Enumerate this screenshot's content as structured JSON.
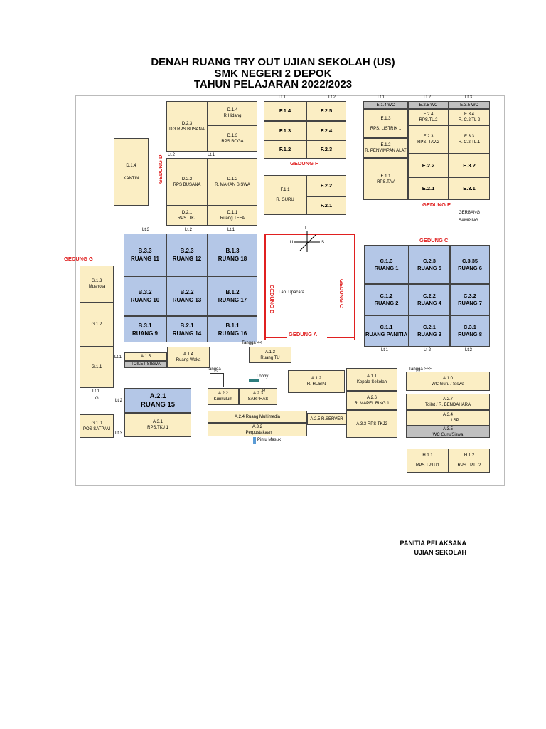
{
  "title": {
    "line1": "DENAH RUANG TRY OUT UJIAN SEKOLAH (US)",
    "line2": "SMK NEGERI 2 DEPOK",
    "line3": "TAHUN PELAJARAN 2022/2023"
  },
  "gedung_labels": {
    "d": "GEDUNG D",
    "f": "GEDUNG F",
    "e": "GEDUNG E",
    "c": "GEDUNG C",
    "g": "GEDUNG G",
    "b": "GEDUNG B",
    "a": "GEDUNG A",
    "c_vertical": "GEDUNG C"
  },
  "floor_labels": {
    "f_lt1": "Lt 1",
    "f_lt2": "Lt 2",
    "e_lt1": "Lt.1",
    "e_lt2": "Lt.2",
    "e_lt3": "Lt.3",
    "d_lt2": "Lt.2",
    "d_lt1": "Lt.1",
    "b_lt3": "Lt.3",
    "b_lt2": "Lt.2",
    "b_lt1": "Lt.1",
    "c_lt1": "Lt 1",
    "c_lt2": "Lt 2",
    "c_lt3": "Lt.3",
    "a_lt1": "Lt.1",
    "a_lt1_left": "Lt 1",
    "g": "G",
    "lt2": "Lt 2",
    "lt3": "Lt 3"
  },
  "misc": {
    "gerbang": "GERBANG",
    "samping": "SAMPING",
    "lap_upacara": "Lap. Upacara",
    "tangga_top": "Tangga <<",
    "tangga_left": "Tangga",
    "tangga_right": "Tangga >>>",
    "lobby": "Lobby",
    "pintu_masuk": "Pintu Masuk",
    "compass_t": "T",
    "compass_u": "U",
    "compass_s": "S"
  },
  "rooms": {
    "d14": {
      "code": "D.1.4",
      "name": "R.Hidang"
    },
    "d23": {
      "code": "D.2.3",
      "name": "D.3 RPS BUSANA"
    },
    "d13": {
      "code": "D.1.3",
      "name": "RPS BOGA"
    },
    "d14k": {
      "code": "D.1.4",
      "name": "KANTIN"
    },
    "d22": {
      "code": "D.2.2",
      "name": "RPS BUSANA"
    },
    "d12": {
      "code": "D.1.2",
      "name": "R. MAKAN SISWA"
    },
    "d21": {
      "code": "D.2.1",
      "name": "RPS. TKJ"
    },
    "d11": {
      "code": "D.1.1",
      "name": "Ruang TEFA"
    },
    "f14": {
      "code": "F.1.4",
      "name": ""
    },
    "f25": {
      "code": "F.2.5",
      "name": ""
    },
    "f13": {
      "code": "F.1.3",
      "name": ""
    },
    "f24": {
      "code": "F.2.4",
      "name": ""
    },
    "f12": {
      "code": "F.1.2",
      "name": ""
    },
    "f23": {
      "code": "F.2.3",
      "name": ""
    },
    "f11": {
      "code": "F.1.1",
      "name": "R. GURU"
    },
    "f22": {
      "code": "F.2.2",
      "name": ""
    },
    "f21": {
      "code": "F.2.1",
      "name": ""
    },
    "e14": {
      "code": "E.1.4 WC",
      "name": ""
    },
    "e25": {
      "code": "E.2.5 WC",
      "name": ""
    },
    "e35": {
      "code": "E.3.5 WC",
      "name": ""
    },
    "e13": {
      "code": "E.1.3",
      "name": "RPS. LISTRIK 1"
    },
    "e24": {
      "code": "E.2.4",
      "name": "RPS.TL.2"
    },
    "e34": {
      "code": "E.3.4",
      "name": "R. C.2 TL 2"
    },
    "e12": {
      "code": "E.1.2",
      "name": "R. PENYIMPAN ALAT"
    },
    "e23": {
      "code": "E.2.3",
      "name": "RPS. TAV.2"
    },
    "e33": {
      "code": "E.3.3",
      "name": "R. C.2 TL.1"
    },
    "e11": {
      "code": "E.1.1",
      "name": "RPS.TAV"
    },
    "e22": {
      "code": "E.2.2",
      "name": ""
    },
    "e32": {
      "code": "E.3.2",
      "name": ""
    },
    "e21": {
      "code": "E.2.1",
      "name": ""
    },
    "e31": {
      "code": "E.3.1",
      "name": ""
    },
    "b33": {
      "code": "B.3.3",
      "name": "RUANG 11"
    },
    "b23": {
      "code": "B.2.3",
      "name": "RUANG 12"
    },
    "b13": {
      "code": "B.1.3",
      "name": "RUANG 18"
    },
    "b32": {
      "code": "B.3.2",
      "name": "RUANG 10"
    },
    "b22": {
      "code": "B.2.2",
      "name": "RUANG 13"
    },
    "b12": {
      "code": "B.1.2",
      "name": "RUANG 17"
    },
    "b31": {
      "code": "B.3.1",
      "name": "RUANG 9"
    },
    "b21": {
      "code": "B.2.1",
      "name": "RUANG 14"
    },
    "b11": {
      "code": "B.1.1",
      "name": "RUANG 16"
    },
    "c13": {
      "code": "C.1.3",
      "name": "RUANG 1"
    },
    "c23": {
      "code": "C.2.3",
      "name": "RUANG 5"
    },
    "c335": {
      "code": "C.3.35",
      "name": "RUANG 6"
    },
    "c12": {
      "code": "C.1.2",
      "name": "RUANG 2"
    },
    "c22": {
      "code": "C.2.2",
      "name": "RUANG 4"
    },
    "c32": {
      "code": "C.3.2",
      "name": "RUANG 7"
    },
    "c11": {
      "code": "C.1.1",
      "name": "RUANG PANITIA"
    },
    "c21": {
      "code": "C.2.1",
      "name": "RUANG 3"
    },
    "c31": {
      "code": "C.3.1",
      "name": "RUANG 8"
    },
    "g13": {
      "code": "G.1.3",
      "name": "Mushola"
    },
    "g12": {
      "code": "G.1.2",
      "name": ""
    },
    "g11": {
      "code": "G.1.1",
      "name": ""
    },
    "g10": {
      "code": "G.1.0",
      "name": "POS SATPAM"
    },
    "a15": {
      "code": "A.1.5",
      "name": "TOILET SISWA"
    },
    "a14": {
      "code": "A.1.4",
      "name": "Ruang Waka"
    },
    "a13": {
      "code": "A.1.3",
      "name": "Ruang TU"
    },
    "a12": {
      "code": "A.1.2",
      "name": "R. HUBIN"
    },
    "a11": {
      "code": "A.1.1",
      "name": "Kepala Sekolah"
    },
    "a10": {
      "code": "A.1.0",
      "name": "WC Guru / Siswa"
    },
    "a21": {
      "code": "A.2.1",
      "name": "RUANG 15"
    },
    "a22": {
      "code": "A.2.2",
      "name": "Kurikulum"
    },
    "a23": {
      "code": "A.2.3",
      "name": "SARPRAS"
    },
    "a23r": {
      "code": "R.",
      "name": ""
    },
    "a26": {
      "code": "A.2.6",
      "name": "R. MAPEL BING 1"
    },
    "a27": {
      "code": "A.2.7",
      "name": "Toilet / R. BENDAHARA"
    },
    "a31": {
      "code": "A.3.1",
      "name": "RPS.TKJ 1"
    },
    "a24": {
      "code": "A.2.4 Ruang Multimedia",
      "name": ""
    },
    "a25": {
      "code": "A.2.5 R.SERVER",
      "name": ""
    },
    "a32": {
      "code": "A.3.2",
      "name": "Perpustakaan"
    },
    "a33": {
      "code": "A.3.3 RPS TKJ2",
      "name": ""
    },
    "a34": {
      "code": "A.3.4",
      "name": "LSP"
    },
    "a35": {
      "code": "A.3.5",
      "name": "WC Guru/Siswa"
    },
    "h11": {
      "code": "H.1.1",
      "name": "RPS TPTU1"
    },
    "h12": {
      "code": "H.1.2",
      "name": "RPS TPTU2"
    }
  },
  "footer": {
    "line1": "PANITIA PELAKSANA",
    "line2": "UJIAN SEKOLAH"
  }
}
